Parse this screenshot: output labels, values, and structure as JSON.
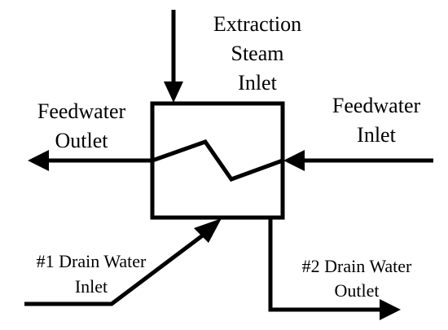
{
  "diagram": {
    "labels": {
      "extraction_steam_inlet": [
        "Extraction",
        "Steam",
        "Inlet"
      ],
      "feedwater_outlet": [
        "Feedwater",
        "Outlet"
      ],
      "feedwater_inlet": [
        "Feedwater",
        "Inlet"
      ],
      "drain_water_inlet_1": [
        "#1 Drain Water",
        "Inlet"
      ],
      "drain_water_outlet_2": [
        "#2 Drain Water",
        "Outlet"
      ]
    },
    "colors": {
      "stroke": "#000000",
      "background": "#ffffff"
    }
  }
}
